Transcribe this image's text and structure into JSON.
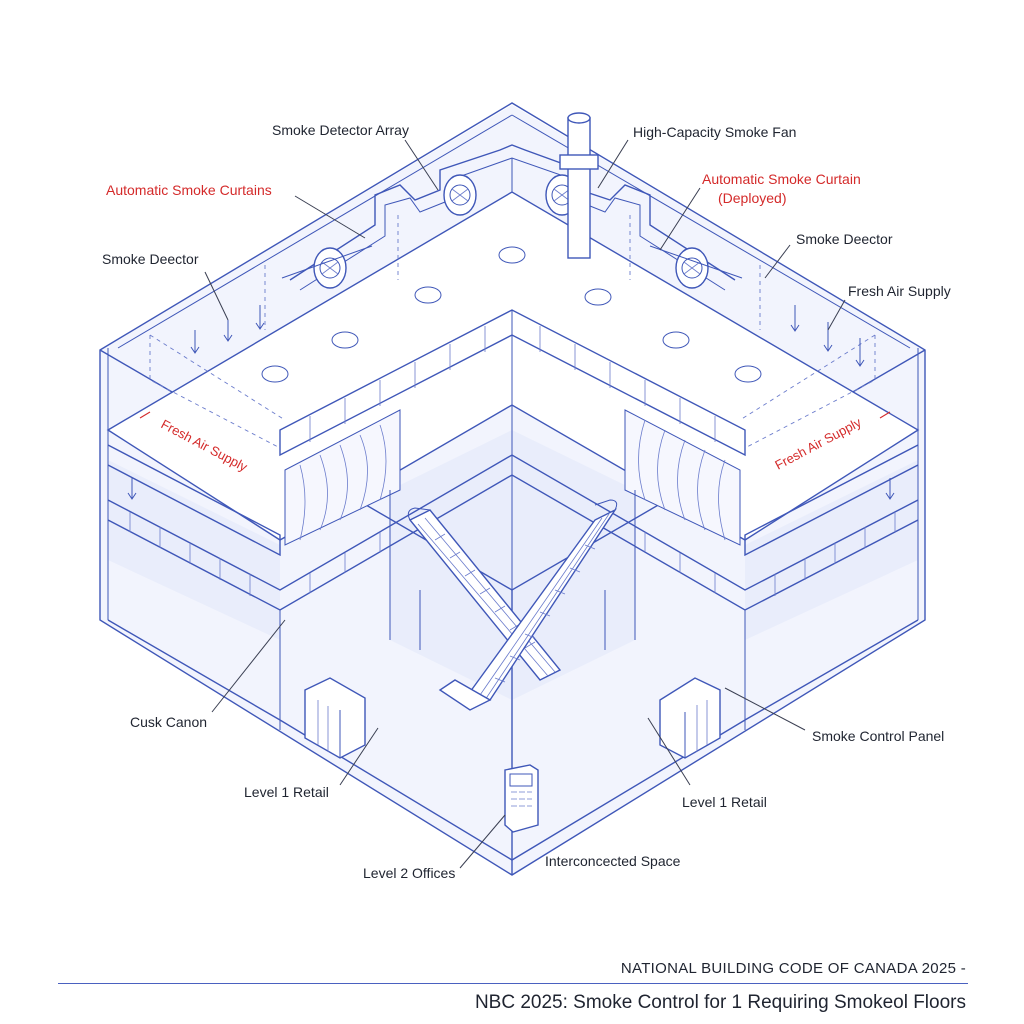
{
  "labels": {
    "smoke_detector_array": "Smoke Detector Array",
    "high_capacity_fan": "High-Capacity Smoke Fan",
    "auto_curtains": "Automatic Smoke Curtains",
    "auto_curtain_line1": "Automatic Smoke Curtain",
    "auto_curtain_line2": "(Deployed)",
    "smoke_deector_left": "Smoke Deector",
    "smoke_deector_right": "Smoke Deector",
    "fresh_air_supply_right": "Fresh Air Supply",
    "fresh_air_supply_rot_left": "Fresh Air Supply",
    "fresh_air_supply_rot_right": "Fresh Air Supply",
    "cusk_canon": "Cusk Canon",
    "smoke_control_panel": "Smoke Control Panel",
    "level1_retail_left": "Level 1 Retail",
    "level1_retail_right": "Level 1 Retail",
    "interconnected_space": "Interconcected Space",
    "level2_offices": "Level 2 Offices"
  },
  "footer": {
    "code": "NATIONAL BUILDING CODE OF CANADA 2025 -",
    "title": "NBC 2025: Smoke Control for 1 Requiring Smokeol Floors"
  },
  "colors": {
    "line": "#3f57b8",
    "label": "#1f2430",
    "alert": "#d42a2a",
    "tint": "#e9edfb"
  }
}
